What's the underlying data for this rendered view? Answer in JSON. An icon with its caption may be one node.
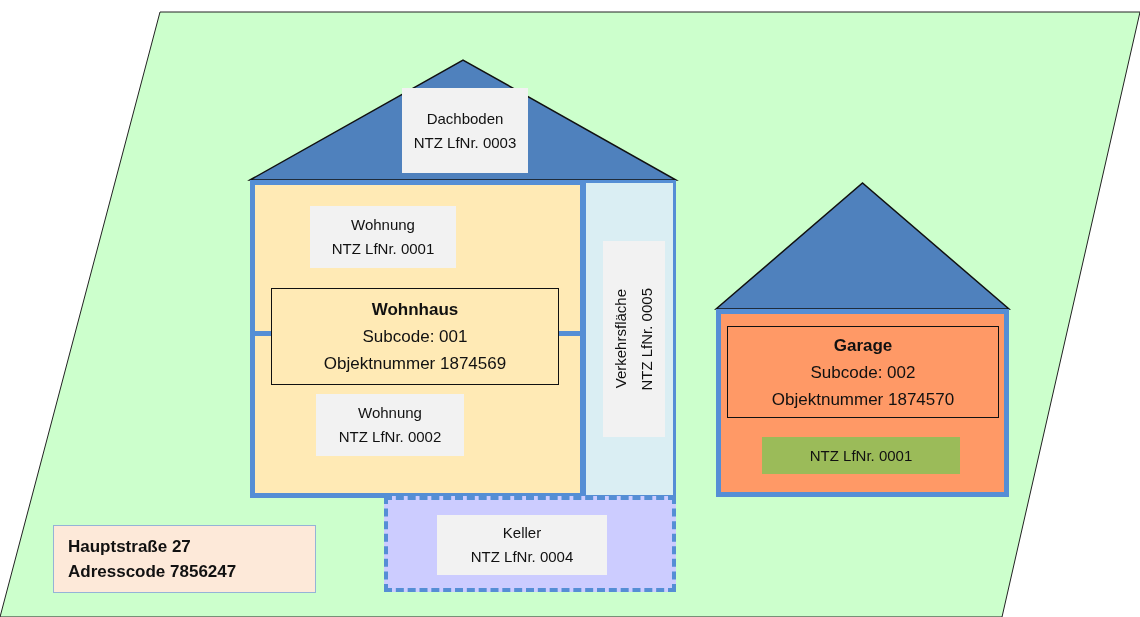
{
  "diagram": {
    "nodes": [
      {
        "text": [],
        "shape": "parallelogram"
      },
      {
        "text": [],
        "shape": "triangle",
        "in": 0
      },
      {
        "text": [
          "Dachboden",
          "NTZ LfNr. 0003"
        ],
        "in": 1
      },
      {
        "text": [],
        "shape": "box",
        "in": 0
      },
      {
        "text": [
          "Wohnung",
          "NTZ LfNr. 0001"
        ],
        "in": 3
      },
      {
        "text": [
          "Wohnhaus",
          "Subcode: 001",
          "Objektnummer 1874569"
        ],
        "in": 3
      },
      {
        "text": [
          "Wohnung",
          "NTZ LfNr. 0002"
        ],
        "in": 3
      },
      {
        "text": [],
        "shape": "box",
        "in": 3
      },
      {
        "text": [
          "Verkehrsfläche",
          "NTZ LfNr. 0005"
        ],
        "in": 7
      },
      {
        "text": [],
        "shape": "box",
        "in": 0
      },
      {
        "text": [
          "Keller",
          "NTZ LfNr. 0004"
        ],
        "in": 9
      },
      {
        "text": [],
        "shape": "triangle",
        "in": 0
      },
      {
        "text": [],
        "shape": "box",
        "in": 0
      },
      {
        "text": [
          "Garage",
          "Subcode: 002",
          "Objektnummer 1874570"
        ],
        "in": 12
      },
      {
        "text": [
          "NTZ LfNr. 0001"
        ],
        "in": 12
      },
      {
        "text": [
          "Hauptstraße 27",
          "Adresscode 7856247"
        ],
        "in": 0
      }
    ],
    "edges": []
  }
}
